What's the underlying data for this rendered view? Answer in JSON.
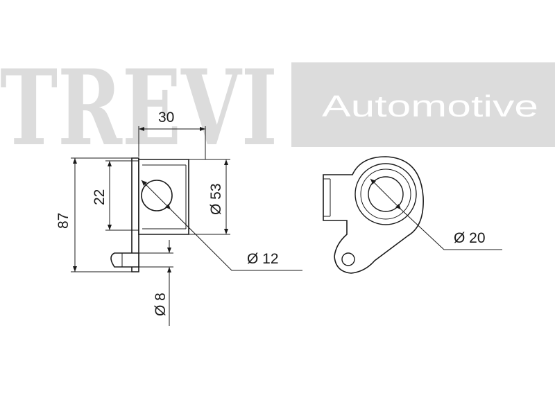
{
  "watermark": {
    "brand": "TREVI",
    "tagline": "Automotive",
    "colors": {
      "brand_text": "#dcdcdc",
      "tagline_box": "#dcdcdc",
      "tagline_text": "#ffffff"
    }
  },
  "dimensions": {
    "width_top": "30",
    "overall_height": "87",
    "bore_height": "22",
    "outer_diameter": "Ø 53",
    "bore_diameter": "Ø 12",
    "pin_diameter": "Ø 8",
    "pulley_bore": "Ø 20"
  }
}
